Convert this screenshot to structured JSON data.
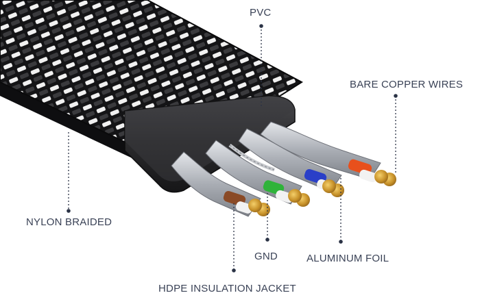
{
  "labels": {
    "pvc": "PVC",
    "bare_copper": "BARE COPPER WIRES",
    "nylon": "NYLON BRAIDED",
    "gnd": "GND",
    "aluminum": "ALUMINUM FOIL",
    "hdpe": "HDPE INSULATION JACKET"
  },
  "colors": {
    "label_text": "#3a4256",
    "leader_line": "#2b3346",
    "copper": "#c8922a",
    "foil": "#b9bcc2",
    "wire_orange": "#e8501c",
    "wire_blue": "#2a3fc8",
    "wire_green": "#2fb33a",
    "wire_brown": "#8a4a26",
    "jacket": "#2a2a2c",
    "braid_white": "#f1f1f1"
  }
}
